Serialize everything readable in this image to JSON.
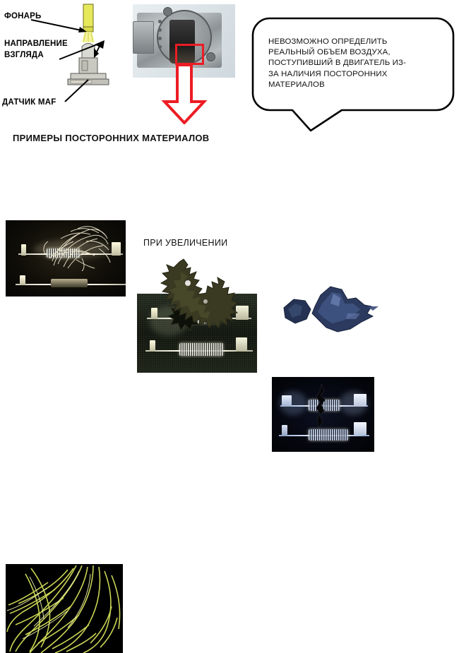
{
  "diagram": {
    "labels": [
      {
        "id": "flashlight",
        "text": "ФОНАРЬ"
      },
      {
        "id": "view-direction-1",
        "text": "НАПРАВЛЕНИЕ"
      },
      {
        "id": "view-direction-2",
        "text": "ВЗГЛЯДА"
      },
      {
        "id": "maf-sensor",
        "text": "ДАТЧИК МАF"
      }
    ]
  },
  "speech_bubble": {
    "lines": [
      "НЕВОЗМОЖНО ОПРЕДЕЛИТЬ",
      "РЕАЛЬНЫЙ ОБЪЕМ ВОЗДУХА,",
      "ПОСТУПИВШИЙ В ДВИГАТЕЛЬ ИЗ-",
      "ЗА НАЛИЧИЯ ПОСТОРОННИХ",
      "МАТЕРИАЛОВ"
    ],
    "border_color": "#000000",
    "fill_color": "#ffffff"
  },
  "captions": {
    "examples": "ПРИМЕРЫ ПОСТОРОННИХ МАТЕРИАЛОВ",
    "magnified": "ПРИ УВЕЛИЧЕНИИ"
  },
  "photos_row_examples": [
    {
      "id": "photo-hot-wire-fibers",
      "alt": "hot-wire sensor with fibrous debris"
    },
    {
      "id": "photo-hot-wire-deposit",
      "alt": "hot-wire sensor with dark deposit"
    },
    {
      "id": "photo-hot-wire-flake",
      "alt": "hot-wire sensor with dark flake"
    }
  ],
  "photos_row_magnified": [
    {
      "id": "photo-magnified-fibers",
      "alt": "magnified yellow-green fibers on black"
    },
    {
      "id": "photo-magnified-debris",
      "alt": "magnified dark organic debris clump"
    },
    {
      "id": "photo-magnified-flake",
      "alt": "magnified blue-grey metallic flake"
    }
  ],
  "colors": {
    "highlight_red": "#ec1c24",
    "flashlight_yellow": "#e6e85a",
    "sensor_grey": "#a9a9a0",
    "background": "#ffffff",
    "text": "#000000"
  }
}
